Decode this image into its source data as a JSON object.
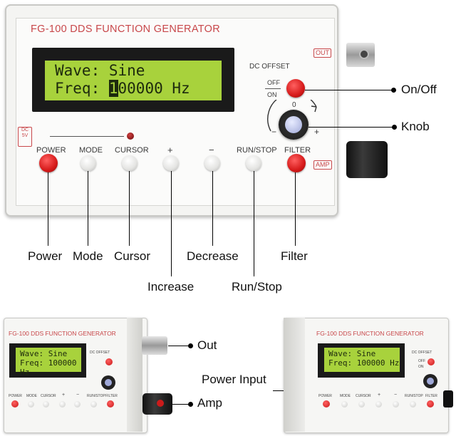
{
  "device": {
    "title": "FG-100 DDS FUNCTION GENERATOR",
    "lcd_line1": "Wave: Sine",
    "lcd_line2_prefix": "Freq: ",
    "lcd_line2_cursor": "1",
    "lcd_line2_rest": "00000 Hz",
    "dc_offset_label": "DC OFFSET",
    "off_label": "OFF",
    "on_label": "ON",
    "knob_zero": "0",
    "knob_minus": "−",
    "knob_plus": "+",
    "out_badge": "OUT",
    "amp_badge": "AMP",
    "dc_badge": "DC 5V",
    "buttons": {
      "power": "POWER",
      "mode": "MODE",
      "cursor": "CURSOR",
      "plus": "+",
      "minus": "−",
      "run_stop": "RUN/STOP",
      "filter": "FILTER"
    }
  },
  "callouts": {
    "on_off": "On/Off",
    "knob": "Knob",
    "power": "Power",
    "mode": "Mode",
    "cursor": "Cursor",
    "decrease": "Decrease",
    "filter": "Filter",
    "increase": "Increase",
    "run_stop": "Run/Stop",
    "out": "Out",
    "amp": "Amp",
    "power_input": "Power Input"
  },
  "small_devices": {
    "title": "FG-100 DDS FUNCTION GENERATOR",
    "lcd_line1": "Wave: Sine",
    "lcd_line2": "Freq: 100000 Hz",
    "dc_offset": "DC OFFSET",
    "off": "OFF",
    "on": "ON",
    "power": "POWER",
    "mode": "MODE",
    "cursor": "CURSOR",
    "plus": "+",
    "minus": "−",
    "run_stop": "RUN/STOP",
    "filter": "FILTER"
  },
  "colors": {
    "brand_red": "#c8474a",
    "lcd_green": "#a8d23c",
    "button_red": "#d61a1a"
  }
}
